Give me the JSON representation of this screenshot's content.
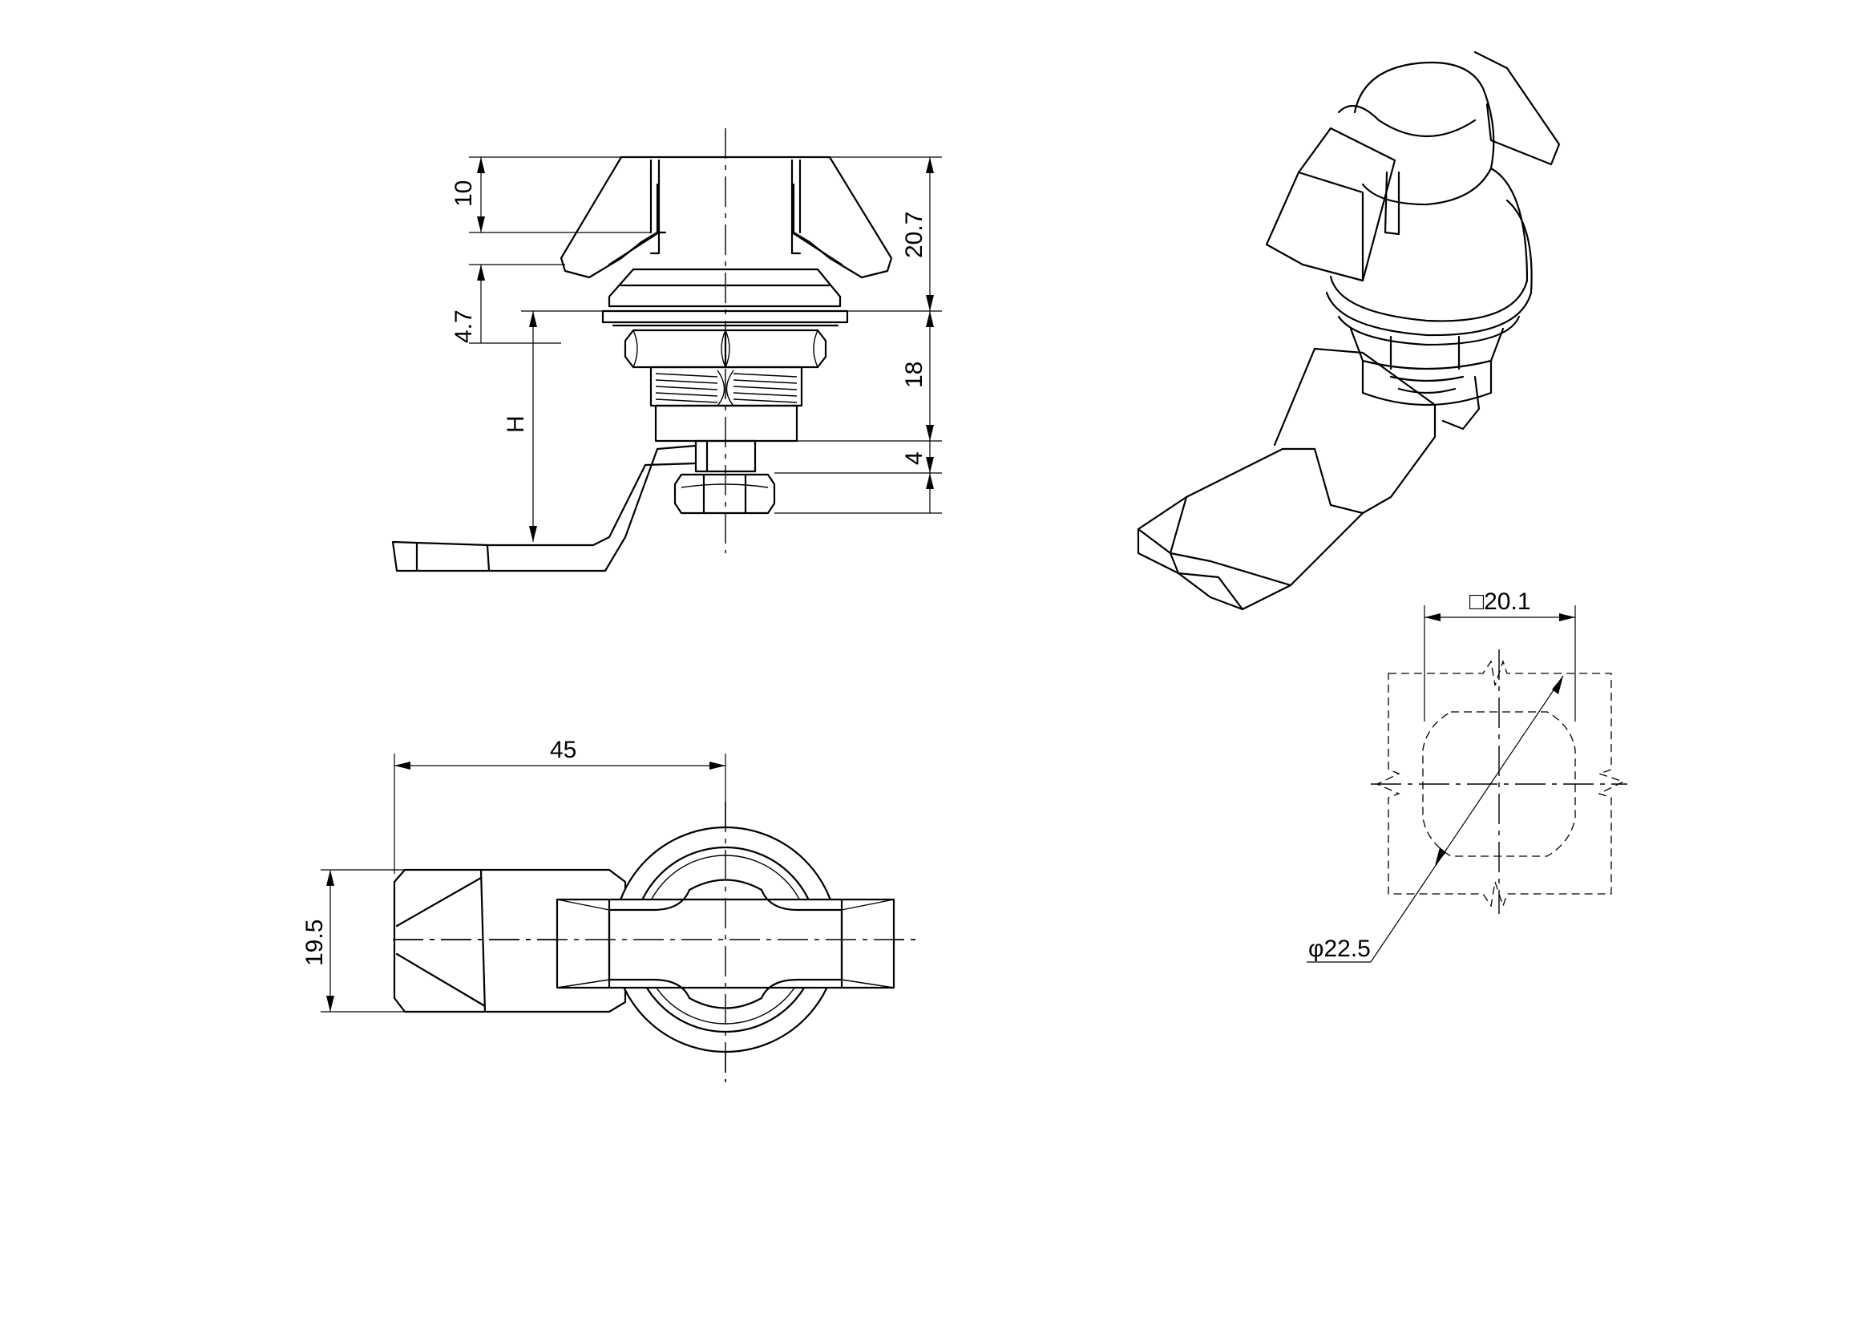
{
  "dimensions": {
    "knob_height": "10",
    "top_height": "20.7",
    "panel_thickness": "4.7",
    "grip_range": "H",
    "body_length": "18",
    "nut_height": "4",
    "cam_length": "45",
    "cam_width": "19.5",
    "cutout_square": "□20.1",
    "cutout_diameter": "φ22.5"
  }
}
